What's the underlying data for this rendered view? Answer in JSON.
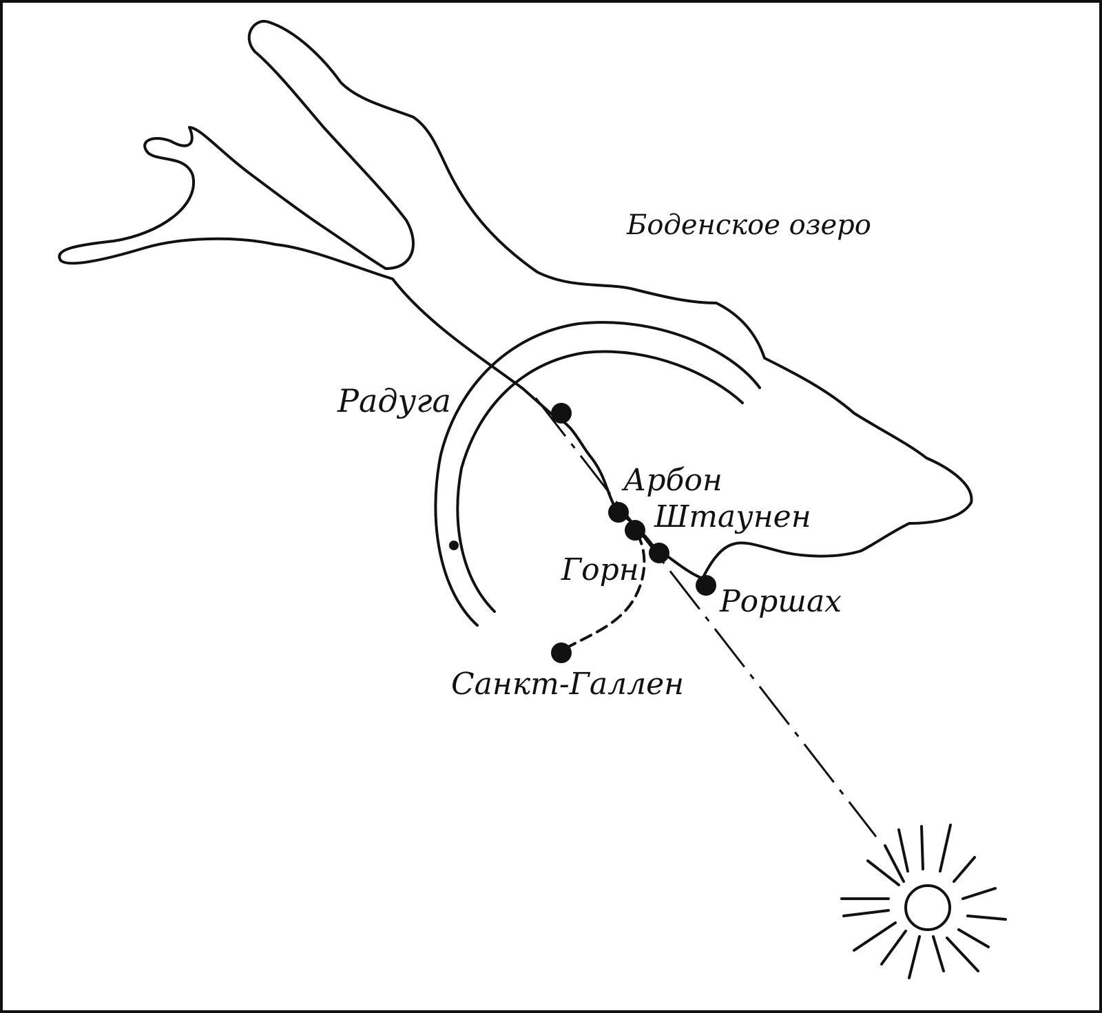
{
  "map": {
    "lake_label": "Боденское озеро",
    "rainbow_label": "Радуга",
    "towns": {
      "arbon": "Арбон",
      "staunen": "Штаунен",
      "horn": "Горн",
      "rorschach": "Роршах",
      "st_gallen": "Санкт-Галлен"
    }
  },
  "colors": {
    "ink": "#111111",
    "paper": "#ffffff"
  },
  "icons": {
    "sun": "sun-icon",
    "town_marker": "town-dot-icon"
  }
}
